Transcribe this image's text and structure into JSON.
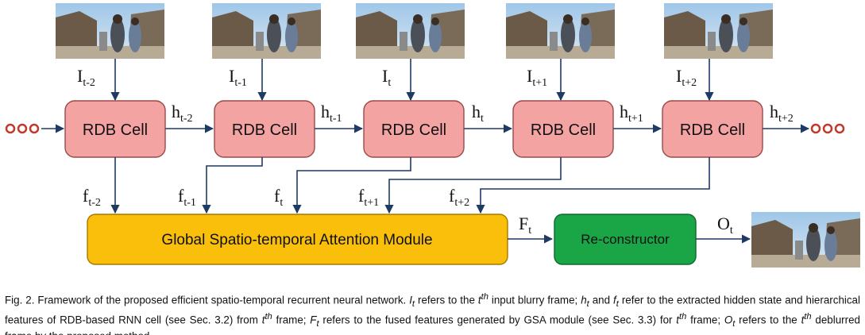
{
  "cells": [
    {
      "label": "RDB Cell",
      "input": "I",
      "input_sub": "t-2",
      "feature": "f",
      "feature_sub": "t-2"
    },
    {
      "label": "RDB Cell",
      "input": "I",
      "input_sub": "t-1",
      "feature": "f",
      "feature_sub": "t-1"
    },
    {
      "label": "RDB Cell",
      "input": "I",
      "input_sub": "t",
      "feature": "f",
      "feature_sub": ""
    },
    {
      "label": "RDB Cell",
      "input": "I",
      "input_sub": "t+1",
      "feature": "f",
      "feature_sub": "t+1"
    },
    {
      "label": "RDB Cell",
      "input": "I",
      "input_sub": "t+2",
      "feature": "f",
      "feature_sub": "t+2"
    }
  ],
  "hidden_states": [
    {
      "name": "h",
      "sub": "t-2"
    },
    {
      "name": "h",
      "sub": "t-1"
    },
    {
      "name": "h",
      "sub": "t"
    },
    {
      "name": "h",
      "sub": "t+1"
    },
    {
      "name": "h",
      "sub": "t+2"
    }
  ],
  "feature_t_sub": "t",
  "gsa_module": "Global Spatio-temporal Attention Module",
  "fused": {
    "name": "F",
    "sub": "t"
  },
  "reconstructor": "Re-constructor",
  "output": {
    "name": "O",
    "sub": "t"
  },
  "caption": {
    "p1": "Fig. 2. Framework of the proposed efficient spatio-temporal recurrent neural network. ",
    "It": "I",
    "It_sub": "t",
    "p2": " refers to the ",
    "tth": "t",
    "tth_sup": "th",
    "p3": " input blurry frame; ",
    "ht": "h",
    "ht_sub": "t",
    "p4": " and ",
    "ft": "f",
    "ft_sub": "t",
    "p5": " refer to the extracted hidden state and hierarchical features of RDB-based RNN cell (see Sec. 3.2) from ",
    "tth2": "t",
    "tth2_sup": "th",
    "p6": " frame; ",
    "Ft": "F",
    "Ft_sub": "t",
    "p7": " refers to the fused features generated by GSA module (see Sec. 3.3) for ",
    "tth3": "t",
    "tth3_sup": "th",
    "p8": " frame; ",
    "Ot": "O",
    "Ot_sub": "t",
    "p9": " refers to the ",
    "tth4": "t",
    "tth4_sup": "th",
    "p10": " deblurred frame by the proposed method."
  },
  "colors": {
    "cell_fill": "#f4a3a3",
    "cell_stroke": "#9a4a4a",
    "module_fill": "#f9bf0a",
    "module_stroke": "#a27a00",
    "recon_fill": "#1aa546",
    "recon_stroke": "#0d6a2b",
    "arrow": "#1f3a64",
    "dots": "#d97b70"
  }
}
